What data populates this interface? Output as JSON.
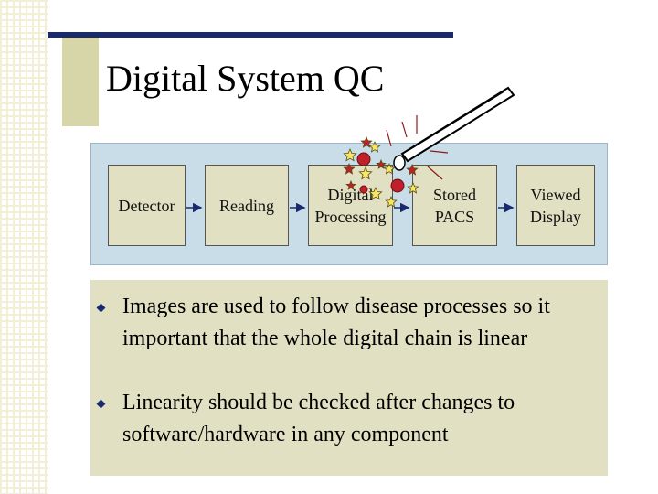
{
  "slide": {
    "title": "Digital System QC",
    "accent_color": "#1a2a6e",
    "panel_color": "#e2e0c2",
    "diagram_bg_color": "#c8dde8"
  },
  "diagram": {
    "stages": [
      {
        "label": "Detector"
      },
      {
        "label": "Reading"
      },
      {
        "label": "Digital Processing"
      },
      {
        "label": "Stored PACS"
      },
      {
        "label": "Viewed Display"
      }
    ],
    "magic_wand_icon": "magic-wand-icon",
    "sparkle_icon": "star-icon"
  },
  "bullets": [
    {
      "text": "Images are used to follow disease processes so it important that the whole digital chain is linear"
    },
    {
      "text": "Linearity should be checked after changes to software/hardware in any component"
    }
  ]
}
